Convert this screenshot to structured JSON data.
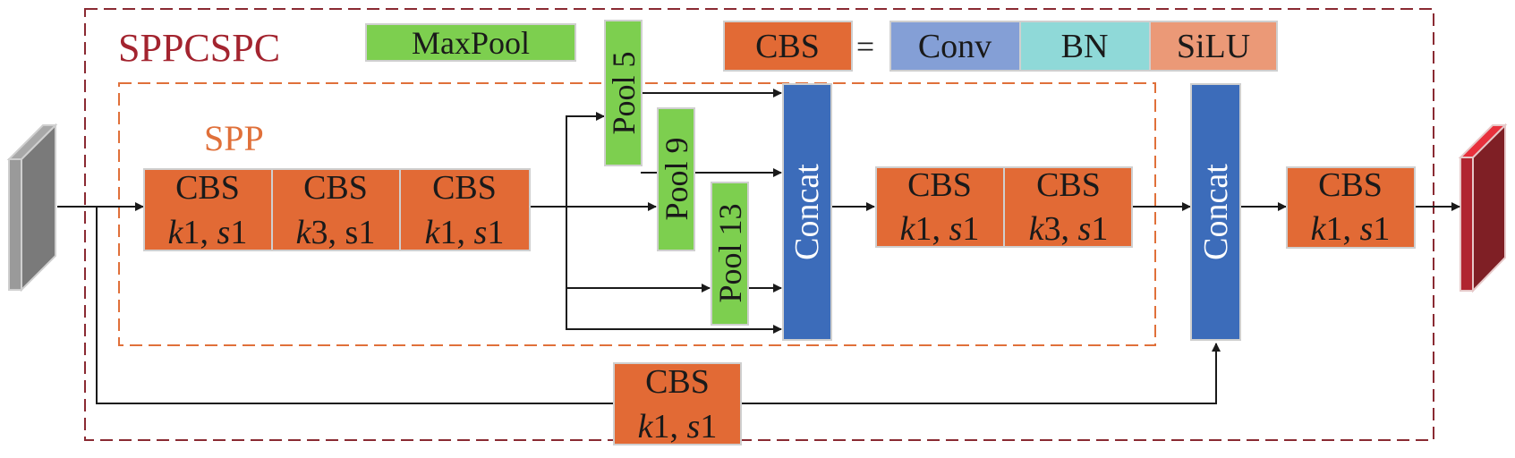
{
  "outer_block": {
    "title": "SPPCSPC",
    "color": "#a3242f"
  },
  "inner_block": {
    "title": "SPP",
    "color": "#e0703a"
  },
  "legend": {
    "maxpool": "MaxPool",
    "cbs": "CBS",
    "equals": "=",
    "conv": "Conv",
    "bn": "BN",
    "silu": "SiLU"
  },
  "spp_cbs": [
    {
      "name": "CBS",
      "k": "k",
      "kval": "1",
      "sep": ", ",
      "s": "s",
      "sval": "1"
    },
    {
      "name": "CBS",
      "k": "k",
      "kval": "3",
      "sep": ", s",
      "s": "",
      "sval": "1"
    },
    {
      "name": "CBS",
      "k": "k",
      "kval": "1",
      "sep": ", ",
      "s": "s",
      "sval": "1"
    }
  ],
  "pools": [
    "Pool 5",
    "Pool 9",
    "Pool 13"
  ],
  "concat1": "Concat",
  "mid_cbs": [
    {
      "name": "CBS",
      "k": "k",
      "kval": "1",
      "sep": ", ",
      "s": "s",
      "sval": "1"
    },
    {
      "name": "CBS",
      "k": "k",
      "kval": "3",
      "sep": ", ",
      "s": "s",
      "sval": "1"
    }
  ],
  "concat2": "Concat",
  "out_cbs": {
    "name": "CBS",
    "k": "k",
    "kval": "1",
    "sep": ", ",
    "s": "s",
    "sval": "1"
  },
  "skip_cbs": {
    "name": "CBS",
    "k": "k",
    "kval": "1",
    "sep": ", ",
    "s": "s",
    "sval": "1"
  },
  "colors": {
    "cbs": "#e26a35",
    "maxpool": "#7dcf4f",
    "concat": "#3c6cba",
    "conv": "#849fd6",
    "bn": "#8fd9d8",
    "silu": "#eb9977",
    "input": "#7a7a7a",
    "output": "#7f1f25"
  }
}
